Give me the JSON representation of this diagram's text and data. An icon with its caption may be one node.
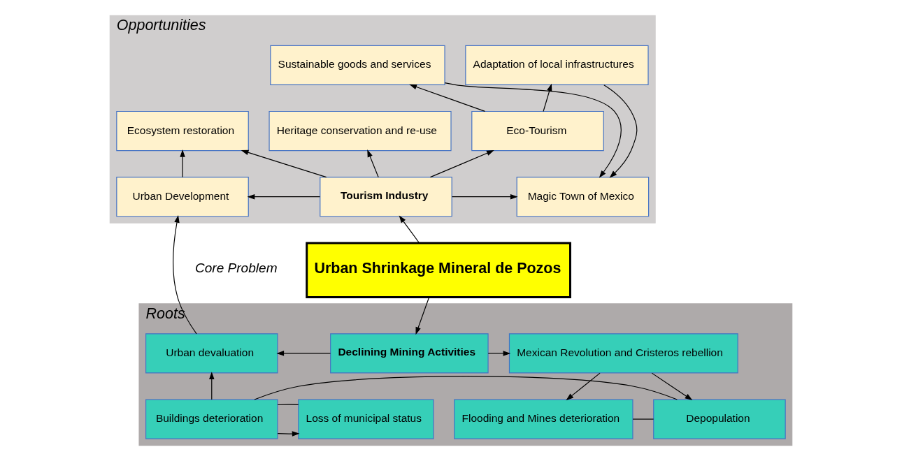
{
  "diagram": {
    "nodes": [
      {
        "text": [
          "Opportunities"
        ]
      },
      {
        "text": [
          "Adaptation of local infrastructures"
        ],
        "in": 0
      },
      {
        "text": [
          "Sustainable goods and services"
        ],
        "in": 0
      },
      {
        "text": [
          "Eco-Tourism"
        ],
        "in": 0
      },
      {
        "text": [
          "Heritage conservation and re-use"
        ],
        "in": 0
      },
      {
        "text": [
          "Ecosystem restoration"
        ],
        "in": 0
      },
      {
        "text": [
          "Magic Town of Mexico"
        ],
        "in": 0
      },
      {
        "text": [
          "Tourism Industry"
        ],
        "in": 0
      },
      {
        "text": [
          "Urban Development"
        ],
        "in": 0
      },
      {
        "text": [
          "Urban Shrinkage Mineral de Pozos"
        ],
        "beside": [
          "Core Problem"
        ]
      },
      {
        "text": [
          "Roots"
        ]
      },
      {
        "text": [
          "Mexican Revolution and Cristeros rebellion"
        ],
        "in": 10
      },
      {
        "text": [
          "Declining Mining Activities"
        ],
        "in": 10
      },
      {
        "text": [
          "Urban devaluation"
        ],
        "in": 10
      },
      {
        "text": [
          "Flooding and Mines deterioration"
        ],
        "in": 10
      },
      {
        "text": [
          "Depopulation"
        ],
        "in": 10
      },
      {
        "text": [
          "Buildings deterioration"
        ],
        "in": 10
      },
      {
        "text": [
          "Loss of municipal status"
        ],
        "in": 10
      }
    ],
    "edges": [
      {
        "from": 3,
        "to": 1,
        "arrow": "to"
      },
      {
        "from": 3,
        "to": 2,
        "arrow": "to"
      },
      {
        "from": 1,
        "to": 6,
        "arrow": "to"
      },
      {
        "from": 2,
        "to": 6,
        "arrow": "to"
      },
      {
        "from": 7,
        "to": 3,
        "arrow": "to"
      },
      {
        "from": 7,
        "to": 4,
        "arrow": "to"
      },
      {
        "from": 7,
        "to": 5,
        "arrow": "to"
      },
      {
        "from": 7,
        "to": 6,
        "arrow": "to"
      },
      {
        "from": 7,
        "to": 8,
        "arrow": "to"
      },
      {
        "from": 8,
        "to": 5,
        "arrow": "to"
      },
      {
        "from": 9,
        "to": 7,
        "arrow": "to"
      },
      {
        "from": 9,
        "to": 12,
        "arrow": "to"
      },
      {
        "from": 12,
        "to": 11,
        "arrow": "to"
      },
      {
        "from": 12,
        "to": 13,
        "arrow": "to"
      },
      {
        "from": 11,
        "to": 14,
        "arrow": "to"
      },
      {
        "from": 11,
        "to": 15,
        "arrow": "to"
      },
      {
        "from": 16,
        "to": 13,
        "arrow": "to"
      },
      {
        "from": 16,
        "to": 17,
        "arrow": "to"
      },
      {
        "from": 13,
        "to": 8,
        "arrow": "to"
      },
      {
        "from": 14,
        "to": 15,
        "arrow": "none"
      },
      {
        "from": 15,
        "to": 16,
        "arrow": "none"
      },
      {
        "from": 16,
        "to": 17,
        "arrow": "none"
      }
    ]
  }
}
